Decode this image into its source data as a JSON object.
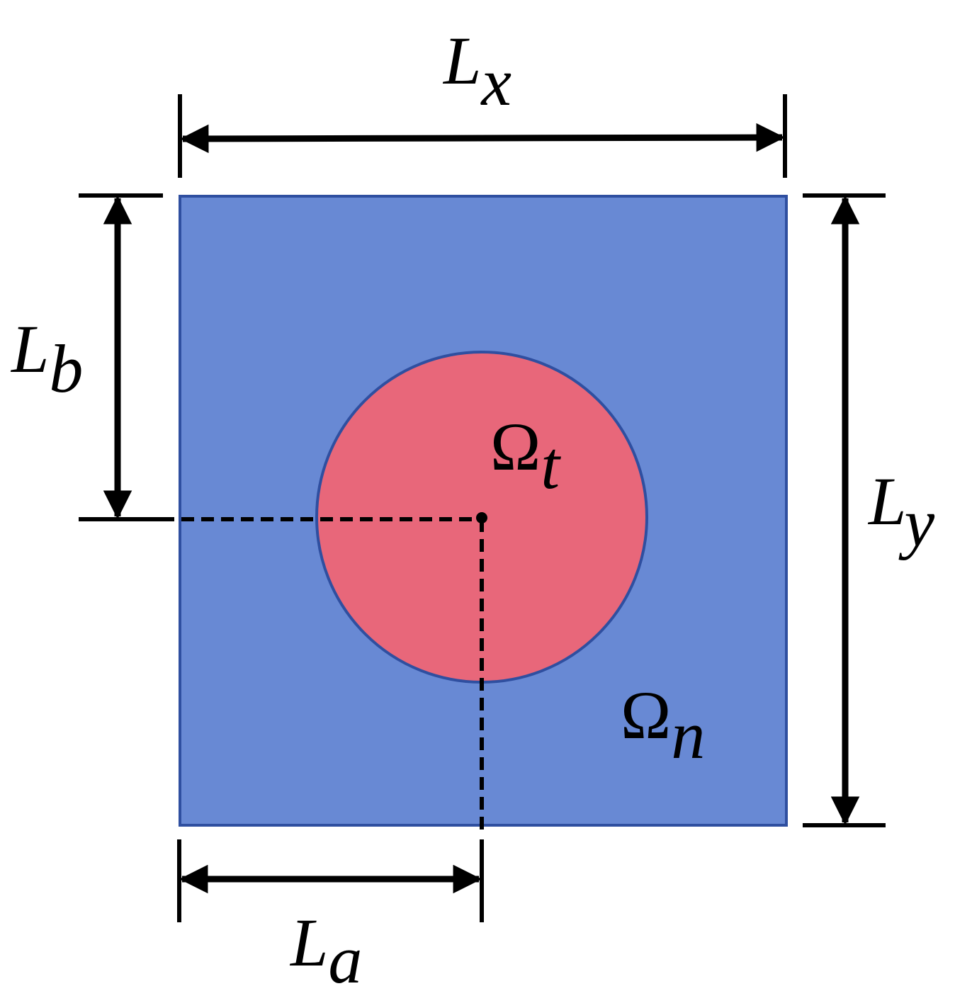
{
  "colors": {
    "domain_fill": "#6889D4",
    "domain_stroke": "#2F4FA0",
    "inclusion_fill": "#E8677A",
    "inclusion_stroke": "#2F4FA0",
    "line": "#000000"
  },
  "labels": {
    "lx": {
      "main": "L",
      "sub": "x"
    },
    "ly": {
      "main": "L",
      "sub": "y"
    },
    "la": {
      "main": "L",
      "sub": "a"
    },
    "lb": {
      "main": "L",
      "sub": "b"
    },
    "omega_t": {
      "main": "Ω",
      "sub": "t"
    },
    "omega_n": {
      "main": "Ω",
      "sub": "n"
    }
  }
}
